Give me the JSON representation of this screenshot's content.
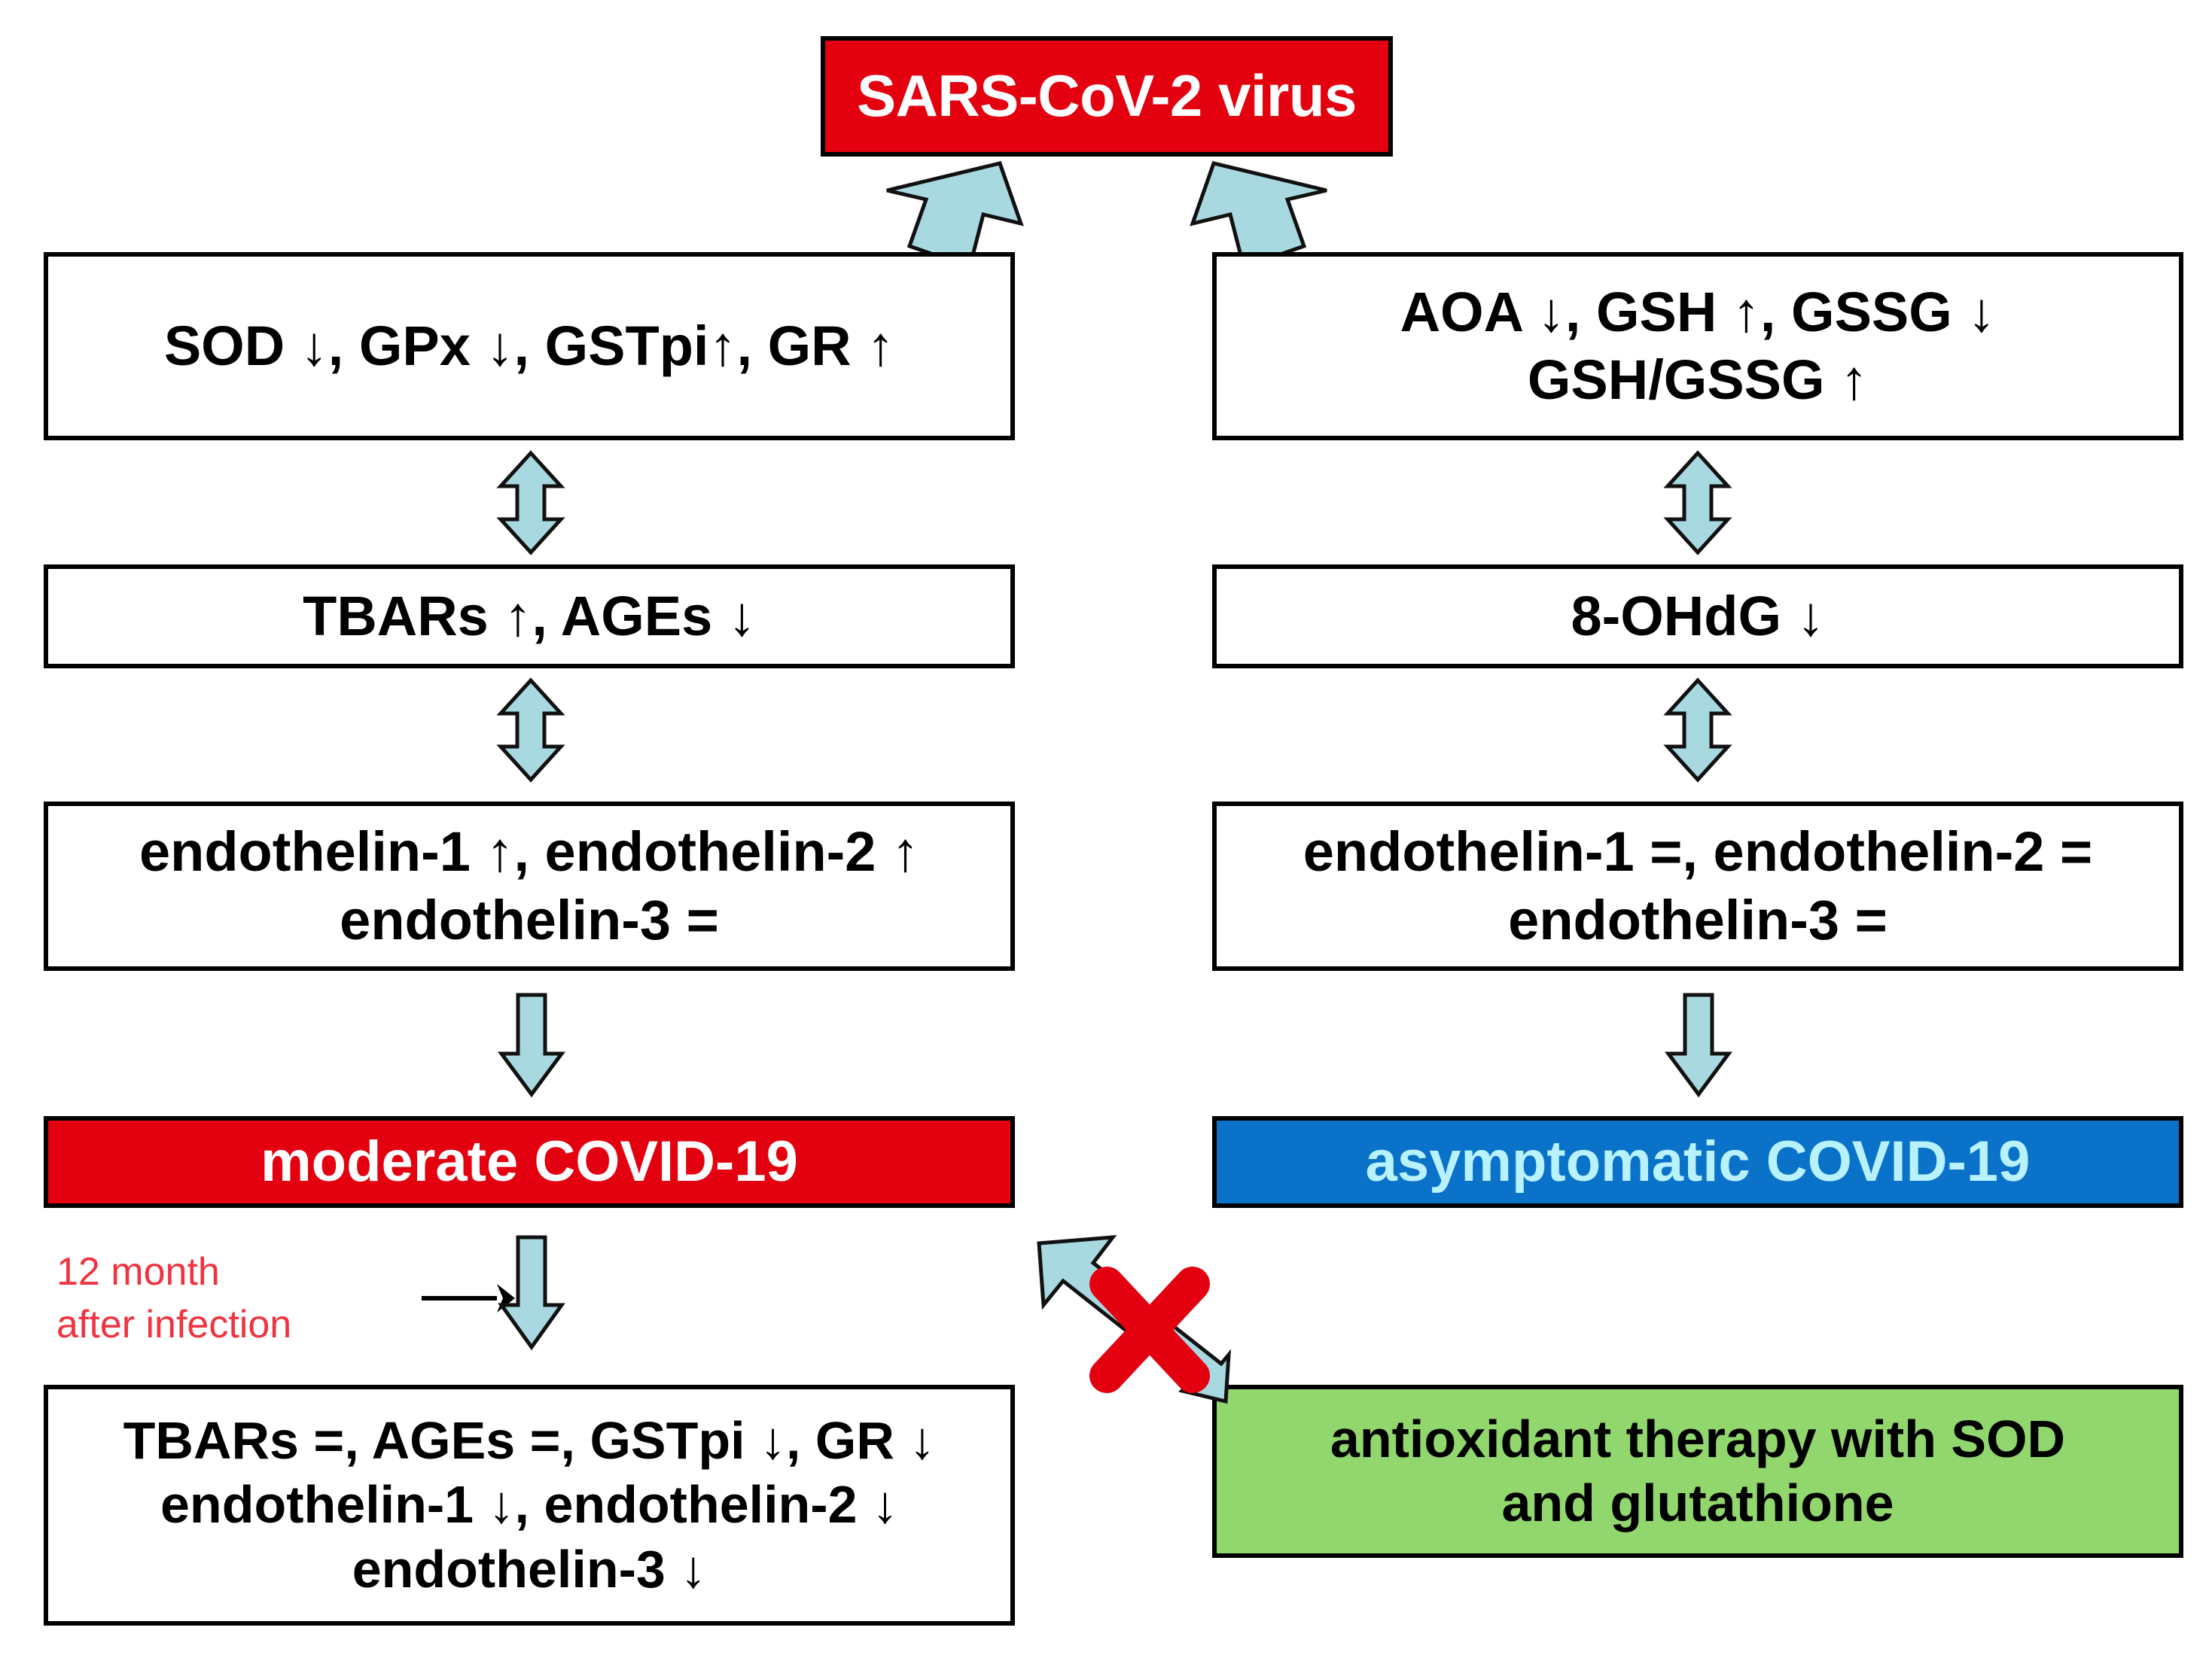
{
  "diagram": {
    "title_node": {
      "label": "SARS-CoV-2 virus",
      "color": "#e3000f",
      "text_color": "#ffffff"
    },
    "left_branch": {
      "name": "moderate-covid-pathway",
      "enzymes": {
        "label": "SOD ↓, GPx ↓, GSTpi↑, GR ↑"
      },
      "oxidative_markers": {
        "label": "TBARs ↑, AGEs ↓"
      },
      "endothelins": {
        "line1": "endothelin-1 ↑, endothelin-2 ↑",
        "line2": "endothelin-3 ="
      },
      "outcome": {
        "label": "moderate COVID-19",
        "color": "#e3000f",
        "text_color": "#ffffff"
      },
      "followup_note": "12 month\nafter infection",
      "followup_results": {
        "line1": "TBARs =, AGEs =, GSTpi ↓, GR ↓",
        "line2": "endothelin-1 ↓, endothelin-2 ↓",
        "line3": "endothelin-3 ↓"
      }
    },
    "right_branch": {
      "name": "asymptomatic-covid-pathway",
      "antioxidants": {
        "line1": "AOA ↓, GSH ↑, GSSG ↓",
        "line2": "GSH/GSSG ↑"
      },
      "dna_damage": {
        "label": "8-OHdG ↓"
      },
      "endothelins": {
        "line1": "endothelin-1 =, endothelin-2 =",
        "line2": "endothelin-3 ="
      },
      "outcome": {
        "label": "asymptomatic COVID-19",
        "color": "#0a72c8",
        "text_color": "#b9f2ff"
      },
      "therapy": {
        "line1": "antioxidant therapy with SOD",
        "line2": "and glutathione",
        "color": "#92d66e",
        "text_color": "#000000"
      }
    },
    "connectors": {
      "virus_to_left": "diagonal-block-arrow-down-left",
      "virus_to_right": "diagonal-block-arrow-down-right",
      "bidirectional": "double-headed-block-arrow",
      "downward": "block-arrow-down",
      "therapy_blocked": "diagonal-block-arrow-up-left-blocked",
      "block_marker": "red-x-cross",
      "followup_pointer": "thin-right-arrow",
      "arrow_color": "#a9d9e0",
      "block_color": "#e3000f"
    }
  }
}
